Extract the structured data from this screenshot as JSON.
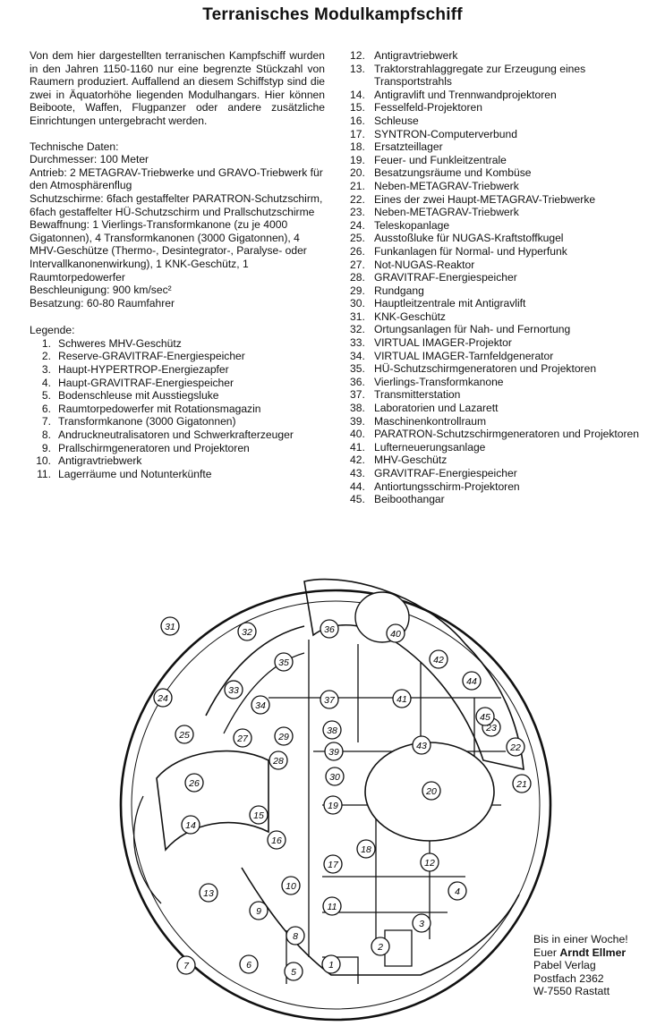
{
  "title": "Terranisches Modulkampfschiff",
  "intro": "Von dem hier dargestellten terranischen Kampfschiff wurden in den Jahren 1150-1160 nur eine begrenzte Stückzahl von Raumern produziert. Auffallend an diesem Schiffstyp sind die zwei in Äquatorhöhe liegenden Modulhangars. Hier können Beiboote, Waffen, Flugpanzer oder andere zusätzliche Einrichtungen untergebracht werden.",
  "tech": {
    "heading": "Technische Daten:",
    "lines": [
      "Durchmesser: 100 Meter",
      "Antrieb: 2 METAGRAV-Triebwerke und GRAVO-Triebwerk für den Atmosphärenflug",
      "Schutzschirme: 6fach gestaffelter PARATRON-Schutzschirm, 6fach gestaffelter HÜ-Schutzschirm und Prallschutzschirme",
      "Bewaffnung: 1 Vierlings-Transformkanone (zu je 4000 Gigatonnen), 4 Transformkanonen (3000 Gigatonnen), 4 MHV-Geschütze (Thermo-, Desintegrator-, Paralyse- oder Intervallkanonenwirkung), 1 KNK-Geschütz, 1 Raumtorpedowerfer",
      "Beschleunigung: 900 km/sec²",
      "Besatzung: 60-80 Raumfahrer"
    ]
  },
  "legend_heading": "Legende:",
  "legend": [
    {
      "n": "1.",
      "t": "Schweres MHV-Geschütz"
    },
    {
      "n": "2.",
      "t": "Reserve-GRAVITRAF-Energiespeicher"
    },
    {
      "n": "3.",
      "t": "Haupt-HYPERTROP-Energiezapfer"
    },
    {
      "n": "4.",
      "t": "Haupt-GRAVITRAF-Energiespeicher"
    },
    {
      "n": "5.",
      "t": "Bodenschleuse mit Ausstiegsluke"
    },
    {
      "n": "6.",
      "t": "Raumtorpedowerfer mit Rotationsmagazin"
    },
    {
      "n": "7.",
      "t": "Transformkanone (3000 Gigatonnen)"
    },
    {
      "n": "8.",
      "t": "Andruckneutralisatoren und Schwerkrafterzeuger"
    },
    {
      "n": "9.",
      "t": "Prallschirmgeneratoren und Projektoren"
    },
    {
      "n": "10.",
      "t": "Antigravtriebwerk"
    },
    {
      "n": "11.",
      "t": "Lagerräume und Notunterkünfte"
    },
    {
      "n": "12.",
      "t": "Antigravtriebwerk"
    },
    {
      "n": "13.",
      "t": "Traktorstrahlaggregate zur Erzeugung eines Transportstrahls"
    },
    {
      "n": "14.",
      "t": "Antigravlift und Trennwandprojektoren"
    },
    {
      "n": "15.",
      "t": "Fesselfeld-Projektoren"
    },
    {
      "n": "16.",
      "t": "Schleuse"
    },
    {
      "n": "17.",
      "t": "SYNTRON-Computerverbund"
    },
    {
      "n": "18.",
      "t": "Ersatzteillager"
    },
    {
      "n": "19.",
      "t": "Feuer- und Funkleitzentrale"
    },
    {
      "n": "20.",
      "t": "Besatzungsräume und Kombüse"
    },
    {
      "n": "21.",
      "t": "Neben-METAGRAV-Triebwerk"
    },
    {
      "n": "22.",
      "t": "Eines der zwei Haupt-METAGRAV-Triebwerke"
    },
    {
      "n": "23.",
      "t": "Neben-METAGRAV-Triebwerk"
    },
    {
      "n": "24.",
      "t": "Teleskopanlage"
    },
    {
      "n": "25.",
      "t": "Ausstoßluke für NUGAS-Kraftstoffkugel"
    },
    {
      "n": "26.",
      "t": "Funkanlagen für Normal- und Hyperfunk"
    },
    {
      "n": "27.",
      "t": "Not-NUGAS-Reaktor"
    },
    {
      "n": "28.",
      "t": "GRAVITRAF-Energiespeicher"
    },
    {
      "n": "29.",
      "t": "Rundgang"
    },
    {
      "n": "30.",
      "t": "Hauptleitzentrale mit Antigravlift"
    },
    {
      "n": "31.",
      "t": "KNK-Geschütz"
    },
    {
      "n": "32.",
      "t": "Ortungsanlagen für Nah- und Fernortung"
    },
    {
      "n": "33.",
      "t": "VIRTUAL IMAGER-Projektor"
    },
    {
      "n": "34.",
      "t": "VIRTUAL IMAGER-Tarnfeldgenerator"
    },
    {
      "n": "35.",
      "t": "HÜ-Schutzschirmgeneratoren und Projektoren"
    },
    {
      "n": "36.",
      "t": "Vierlings-Transformkanone"
    },
    {
      "n": "37.",
      "t": "Transmitterstation"
    },
    {
      "n": "38.",
      "t": "Laboratorien und Lazarett"
    },
    {
      "n": "39.",
      "t": "Maschinenkontrollraum"
    },
    {
      "n": "40.",
      "t": "PARATRON-Schutzschirmgeneratoren und Projektoren"
    },
    {
      "n": "41.",
      "t": "Lufterneuerungsanlage"
    },
    {
      "n": "42.",
      "t": "MHV-Geschütz"
    },
    {
      "n": "43.",
      "t": "GRAVITRAF-Energiespeicher"
    },
    {
      "n": "44.",
      "t": "Antiortungsschirm-Projektoren"
    },
    {
      "n": "45.",
      "t": "Beiboothangar"
    }
  ],
  "diagram_labels": [
    "1",
    "2",
    "3",
    "4",
    "5",
    "6",
    "7",
    "8",
    "9",
    "10",
    "11",
    "12",
    "13",
    "14",
    "15",
    "16",
    "17",
    "18",
    "19",
    "20",
    "21",
    "22",
    "23",
    "24",
    "25",
    "26",
    "27",
    "28",
    "29",
    "30",
    "31",
    "32",
    "33",
    "34",
    "35",
    "36",
    "37",
    "38",
    "39",
    "40",
    "41",
    "42",
    "43",
    "44",
    "45"
  ],
  "signature": {
    "line1": "Bis in einer Woche!",
    "line2_prefix": "Euer ",
    "line2_name": "Arndt Ellmer",
    "line3": "Pabel Verlag",
    "line4": "Postfach 2362",
    "line5": "W-7550 Rastatt"
  }
}
